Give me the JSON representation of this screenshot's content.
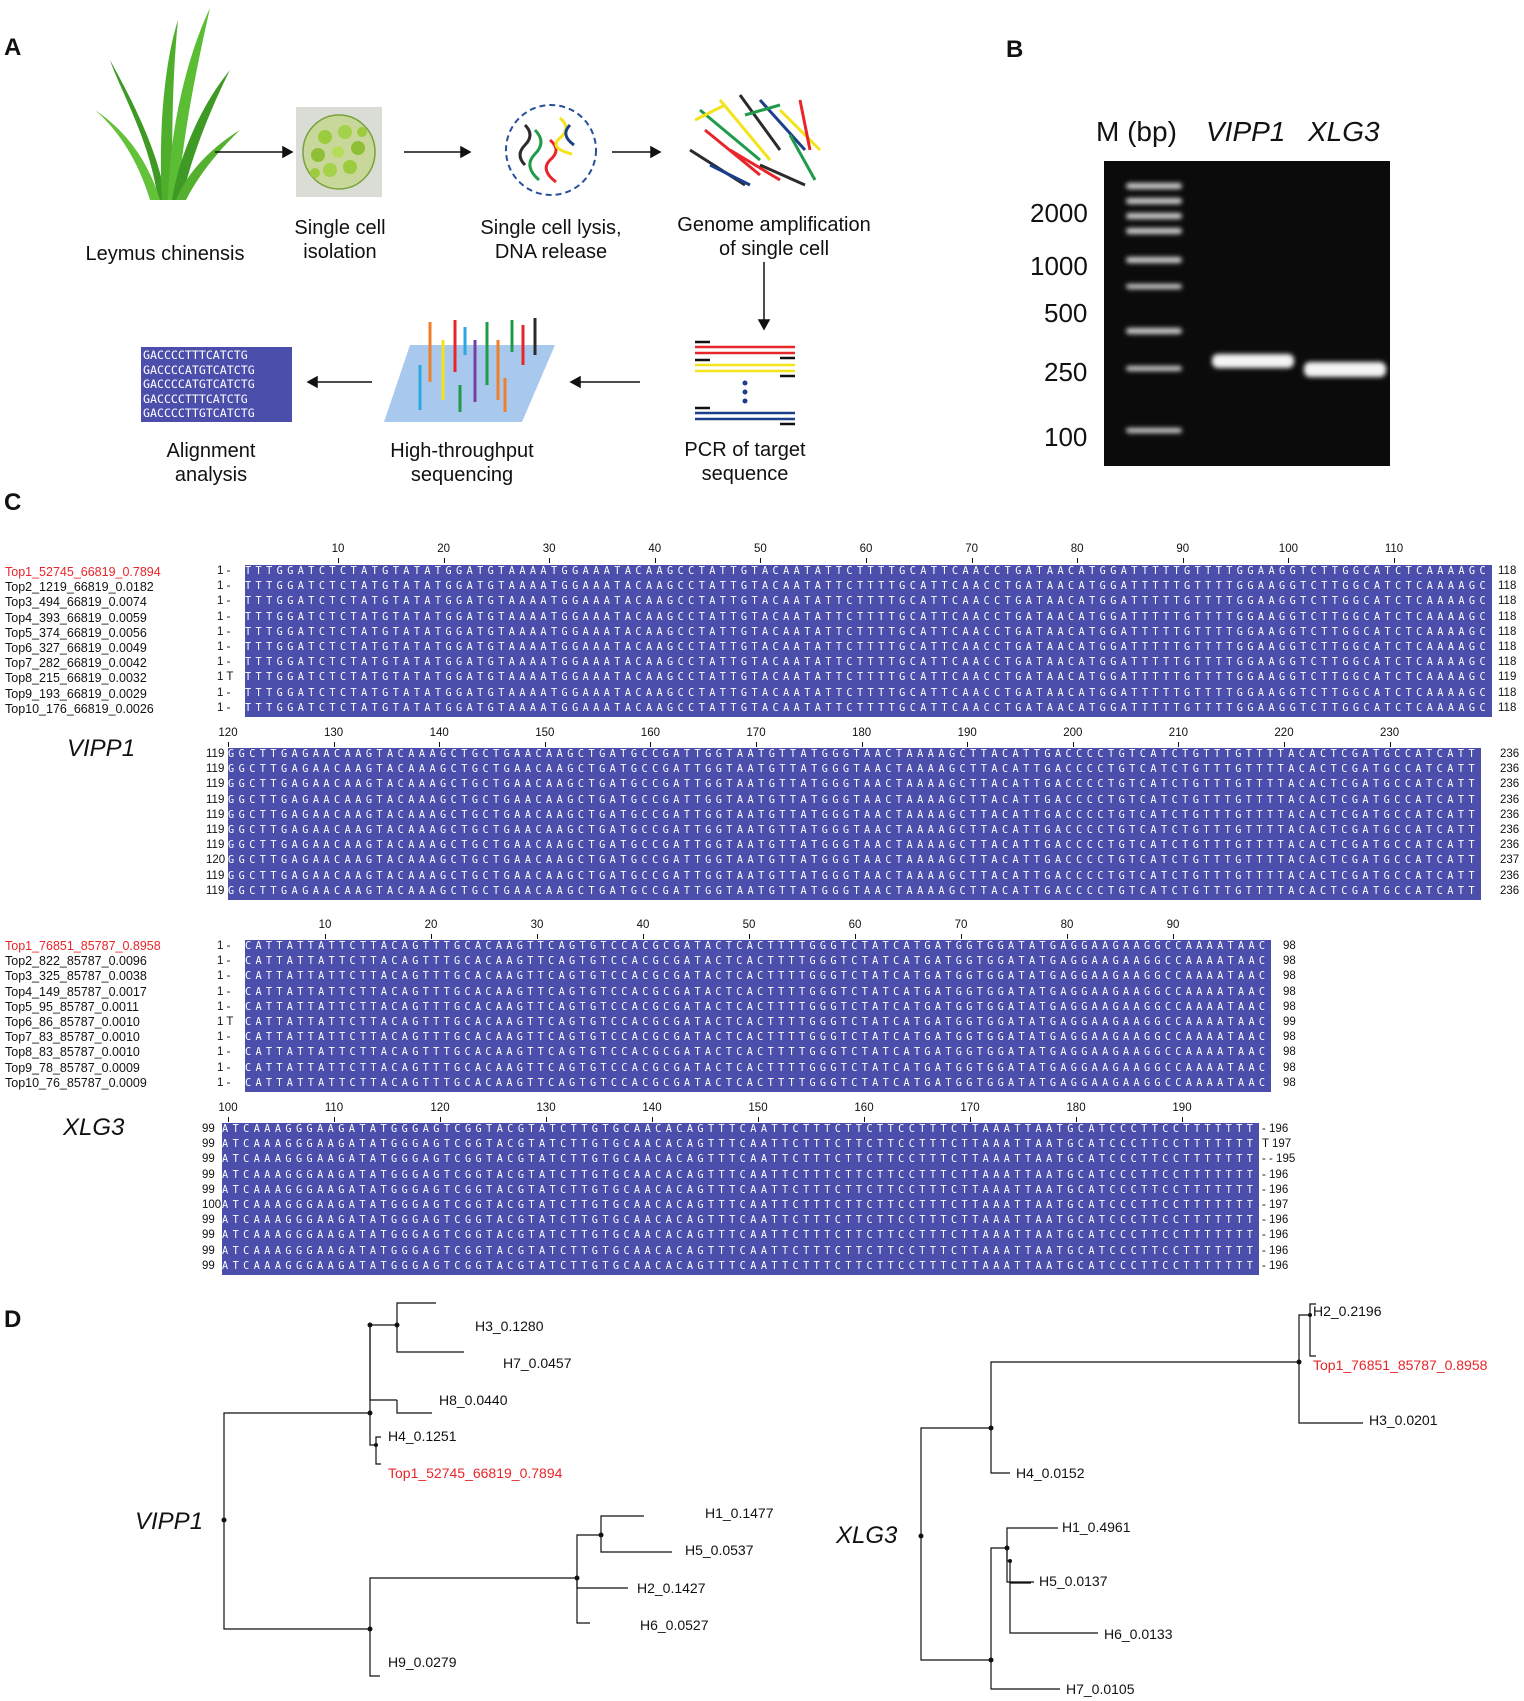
{
  "panels": {
    "a": "A",
    "b": "B",
    "c": "C",
    "d": "D"
  },
  "panel_a": {
    "steps": {
      "plant": "Leymus chinensis",
      "isolation": [
        "Single cell",
        "isolation"
      ],
      "lysis": [
        "Single cell lysis,",
        "DNA release"
      ],
      "amplification": [
        "Genome amplification",
        "of single cell"
      ],
      "pcr": [
        "PCR of target",
        "sequence"
      ],
      "sequencing": [
        "High-throughput",
        "sequencing"
      ],
      "alignment": [
        "Alignment",
        "analysis"
      ]
    },
    "mini_alignment": [
      "GACCCCTTTCATCTG",
      "GACCCCATGTCATCTG",
      "GACCCCATGTCATCTG",
      "GACCCCTTTCATCTG",
      "GACCCCTTGTCATCTG"
    ],
    "colors": {
      "red": "#e8252a",
      "yellow": "#f2e31b",
      "blue": "#1c3f8a",
      "green": "#1f9b4a",
      "dark": "#2b2b2b",
      "orange": "#f07f2a",
      "purple": "#7a3ea0",
      "cyan": "#2ba8e0",
      "panel_blue": "#a8c8ee"
    }
  },
  "panel_b": {
    "headers": {
      "marker": "M (bp)",
      "lane1": "VIPP1",
      "lane2": "XLG3"
    },
    "marker_sizes": [
      "2000",
      "1000",
      "500",
      "250",
      "100"
    ]
  },
  "panel_c": {
    "vipp1": {
      "gene": "VIPP1",
      "labels": [
        "Top1_52745_66819_0.7894",
        "Top2_1219_66819_0.0182",
        "Top3_494_66819_0.0074",
        "Top4_393_66819_0.0059",
        "Top5_374_66819_0.0056",
        "Top6_327_66819_0.0049",
        "Top7_282_66819_0.0042",
        "Top8_215_66819_0.0032",
        "Top9_193_66819_0.0029",
        "Top10_176_66819_0.0026"
      ],
      "ticks1": [
        "10",
        "20",
        "30",
        "40",
        "50",
        "60",
        "70",
        "80",
        "90",
        "100",
        "110"
      ],
      "ticks2": [
        "120",
        "130",
        "140",
        "150",
        "160",
        "170",
        "180",
        "190",
        "200",
        "210",
        "220",
        "230"
      ],
      "start1": [
        "1 -",
        "1 -",
        "1 -",
        "1 -",
        "1 -",
        "1 -",
        "1 -",
        "1 T",
        "1 -",
        "1 -"
      ],
      "end1": [
        "118",
        "118",
        "118",
        "118",
        "118",
        "118",
        "118",
        "119",
        "118",
        "118"
      ],
      "start2": [
        "119",
        "119",
        "119",
        "119",
        "119",
        "119",
        "119",
        "120",
        "119",
        "119"
      ],
      "end2": [
        "236",
        "236",
        "236",
        "236",
        "236",
        "236",
        "236",
        "237",
        "236",
        "236"
      ],
      "seq1": "TTTGGATCTCTATGTATATGGATGTAAAATGGAAATACAAGCCTATTGTACAATATTCTTTTGCATTCAACCTGATAACATGGATTTTTGTTTTGGAAGGTCTTGGCATCTCAAAAGC",
      "seq2": "GGCTTGAGAACAAGTACAAAGCTGCTGAACAAGCTGATGCCGATTGGTAATGTTATGGGTAACTAAAAGCTTACATTGACCCCTGTCATCTGTTTGTTTTACACTCGATGCCATCATT"
    },
    "xlg3": {
      "gene": "XLG3",
      "labels": [
        "Top1_76851_85787_0.8958",
        "Top2_822_85787_0.0096",
        "Top3_325_85787_0.0038",
        "Top4_149_85787_0.0017",
        "Top5_95_85787_0.0011",
        "Top6_86_85787_0.0010",
        "Top7_83_85787_0.0010",
        "Top8_83_85787_0.0010",
        "Top9_78_85787_0.0009",
        "Top10_76_85787_0.0009"
      ],
      "ticks1": [
        "10",
        "20",
        "30",
        "40",
        "50",
        "60",
        "70",
        "80",
        "90"
      ],
      "ticks2": [
        "100",
        "110",
        "120",
        "130",
        "140",
        "150",
        "160",
        "170",
        "180",
        "190"
      ],
      "start1": [
        "1 -",
        "1 -",
        "1 -",
        "1 -",
        "1 -",
        "1 T",
        "1 -",
        "1 -",
        "1 -",
        "1 -"
      ],
      "end1": [
        "98",
        "98",
        "98",
        "98",
        "98",
        "99",
        "98",
        "98",
        "98",
        "98"
      ],
      "start2": [
        "99",
        "99",
        "99",
        "99",
        "99",
        "100",
        "99",
        "99",
        "99",
        "99"
      ],
      "end2": [
        "- 196",
        "T 197",
        "- - 195",
        "- 196",
        "- 196",
        "- 197",
        "- 196",
        "- 196",
        "- 196",
        "- 196"
      ],
      "seq1": "CATTATTATTCTTACAGTTTGCACAAGTTCAGTGTCCACGCGATACTCACTTTTGGGTCTATCATGATGGTGGATATGAGGAAGAAGGCCAAAATAAC",
      "seq2": "ATCAAAGGGAAGATATGGGAGTCGGTACGTATCTTGTGCAACACAGTTTCAATTCTTTCTTCTTCCTTTCTTAAATTAATGCATCCCTTCCTTTTTTT"
    }
  },
  "panel_d": {
    "vipp1": {
      "gene": "VIPP1",
      "leaves": {
        "h3": "H3_0.1280",
        "h7": "H7_0.0457",
        "h8": "H8_0.0440",
        "h4": "H4_0.1251",
        "top1": "Top1_52745_66819_0.7894",
        "h1": "H1_0.1477",
        "h5": "H5_0.0537",
        "h2": "H2_0.1427",
        "h6": "H6_0.0527",
        "h9": "H9_0.0279"
      }
    },
    "xlg3": {
      "gene": "XLG3",
      "leaves": {
        "h2": "H2_0.2196",
        "top1": "Top1_76851_85787_0.8958",
        "h3": "H3_0.0201",
        "h4": "H4_0.0152",
        "h1": "H1_0.4961",
        "h5": "H5_0.0137",
        "h6": "H6_0.0133",
        "h7": "H7_0.0105"
      }
    }
  }
}
